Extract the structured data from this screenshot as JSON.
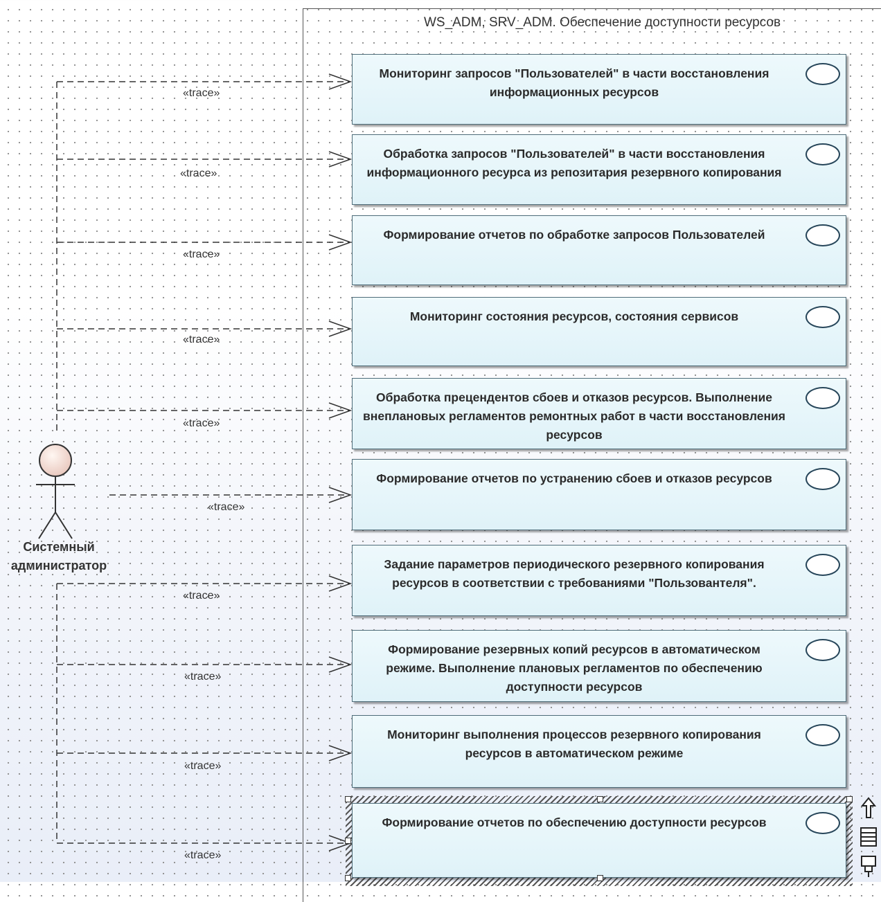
{
  "boundary": {
    "title": "WS_ADM, SRV_ADM. Обеспечение доступности ресурсов"
  },
  "actor": {
    "name": "Системный администратор"
  },
  "stereotype": "«trace»",
  "use_cases": [
    {
      "label": "Мониторинг запросов \"Пользователей\" в части восстановления информационных ресурсов"
    },
    {
      "label": "Обработка запросов \"Пользователей\" в части восстановления информационного ресурса из репозитария резервного копирования"
    },
    {
      "label": "Формирование отчетов по обработке запросов Пользователей"
    },
    {
      "label": "Мониторинг состояния ресурсов, состояния сервисов"
    },
    {
      "label": "Обработка прецендентов сбоев и отказов ресурсов. Выполнение внеплановых регламентов ремонтных работ в части восстановления ресурсов"
    },
    {
      "label": "Формирование отчетов по устранению сбоев и отказов ресурсов"
    },
    {
      "label": "Задание параметров периодического резервного копирования ресурсов в соответствии с требованиями \"Пользовантеля\"."
    },
    {
      "label": "Формирование резервных копий ресурсов в автоматическом режиме. Выполнение плановых регламентов по обеспечению доступности ресурсов"
    },
    {
      "label": "Мониторинг выполнения процессов резервного копирования ресурсов в автоматическом режиме"
    },
    {
      "label": "Формирование отчетов по обеспечению доступности ресурсов",
      "selected": true
    }
  ],
  "selection_toolbar": [
    "arrow-up-icon",
    "list-icon",
    "pin-icon"
  ]
}
